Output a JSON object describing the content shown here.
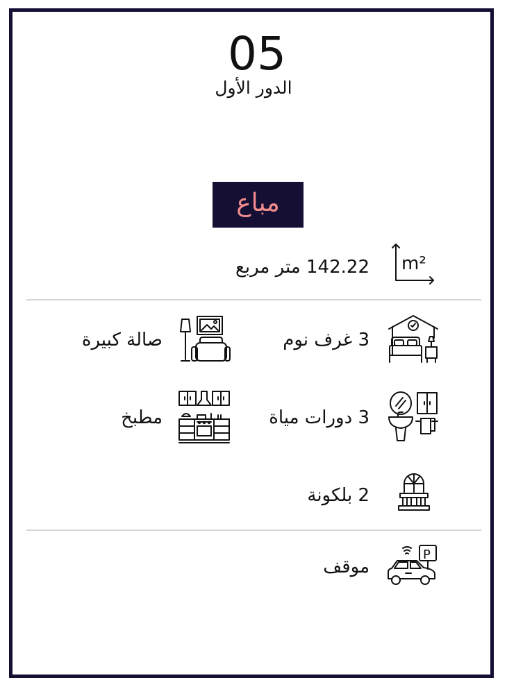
{
  "unit": {
    "number": "05",
    "floor": "الدور الأول",
    "status": "مباع"
  },
  "features": {
    "area": {
      "text": "142.22 متر مربع",
      "icon": "area-m2-icon"
    },
    "bedrooms": {
      "text": "3 غرف نوم",
      "icon": "bedroom-icon"
    },
    "living_room": {
      "text": "صالة كبيرة",
      "icon": "living-room-icon"
    },
    "bathrooms": {
      "text": "3 دورات مياة",
      "icon": "bathroom-icon"
    },
    "kitchen": {
      "text": "مطبخ",
      "icon": "kitchen-icon"
    },
    "balcony": {
      "text": "2 بلكونة",
      "icon": "balcony-icon"
    },
    "parking": {
      "text": "موقف",
      "icon": "parking-car-icon"
    }
  },
  "icon_labels": {
    "area_unit": "m²",
    "parking_sign": "P"
  },
  "colors": {
    "frame": "#140f33",
    "badge_bg": "#140f33",
    "badge_text": "#f08c8c",
    "divider": "#d6d6d6"
  }
}
